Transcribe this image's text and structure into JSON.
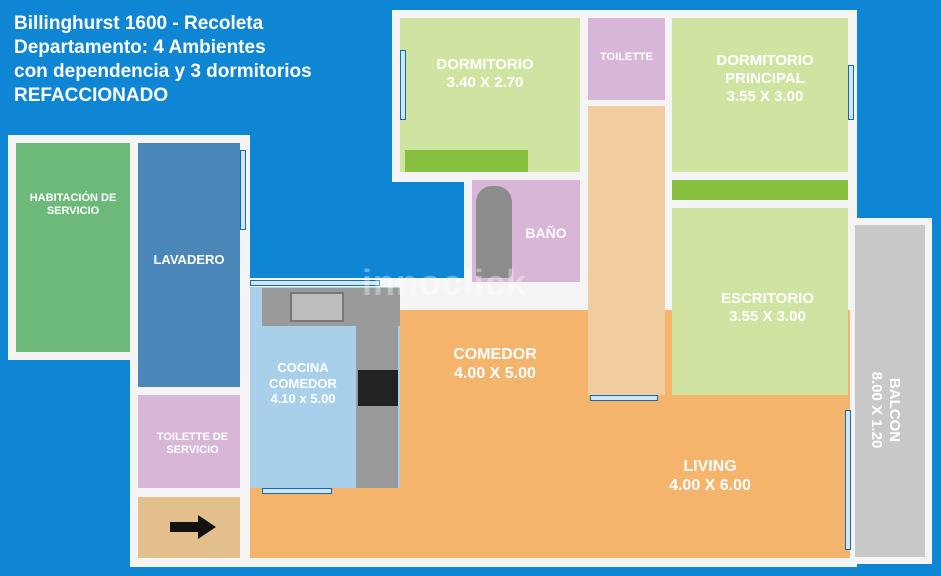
{
  "header": {
    "line1": "Billinghurst 1600 - Recoleta",
    "line2": "Departamento: 4 Ambientes",
    "line3": "con dependencia y 3 dormitorios",
    "line4": "REFACCIONADO"
  },
  "rooms": {
    "habitacion": {
      "name": "HABITACIÓN DE SERVICIO",
      "color": "#6cb97a"
    },
    "lavadero": {
      "name": "LAVADERO",
      "color": "#4a86b8"
    },
    "toilette_servicio": {
      "name": "TOILETTE DE SERVICIO",
      "color": "#d8b6d8"
    },
    "cocina": {
      "name": "COCINA COMEDOR",
      "size": "4.10 x 5.00",
      "color": "#a8d0ea"
    },
    "comedor": {
      "name": "COMEDOR",
      "size": "4.00 X 5.00",
      "color": "#f5b46c"
    },
    "living": {
      "name": "LIVING",
      "size": "4.00 X 6.00"
    },
    "dormitorio": {
      "name": "DORMITORIO",
      "size": "3.40 X 2.70",
      "color": "#cfe4a0"
    },
    "toilette": {
      "name": "TOILETTE"
    },
    "dormitorio_principal": {
      "name": "DORMITORIO PRINCIPAL",
      "size": "3.55 X 3.00"
    },
    "bano": {
      "name": "BAÑO"
    },
    "escritorio": {
      "name": "ESCRITORIO",
      "size": "3.55 X 3.00"
    },
    "balcon": {
      "name": "BALCON",
      "size": "8.00 X 1.20",
      "color": "#c8c8c8"
    }
  },
  "watermark": "innoclick"
}
